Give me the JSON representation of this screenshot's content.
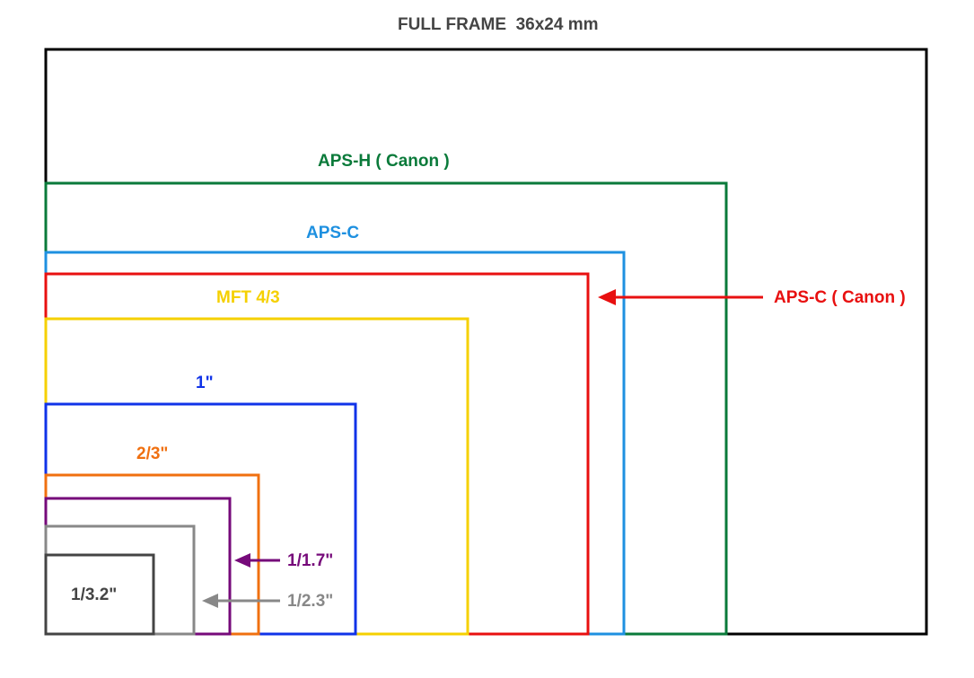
{
  "title": "FULL FRAME  36x24 mm",
  "sensors": {
    "full_frame": {
      "label": "FULL FRAME  36x24 mm",
      "color": "#000000"
    },
    "aps_h": {
      "label": "APS-H ( Canon )",
      "color": "#0a7a3a"
    },
    "aps_c": {
      "label": "APS-C",
      "color": "#1e90e0"
    },
    "aps_c_canon": {
      "label": "APS-C ( Canon )",
      "color": "#e81010"
    },
    "mft": {
      "label": "MFT 4/3",
      "color": "#f5d000"
    },
    "one_inch": {
      "label": "1\"",
      "color": "#1033e8"
    },
    "two_thirds": {
      "label": "2/3\"",
      "color": "#f07010"
    },
    "one_1_7": {
      "label": "1/1.7\"",
      "color": "#760a7a"
    },
    "one_2_3": {
      "label": "1/2.3\"",
      "color": "#888888"
    },
    "one_3_2": {
      "label": "1/3.2\"",
      "color": "#444444"
    }
  }
}
